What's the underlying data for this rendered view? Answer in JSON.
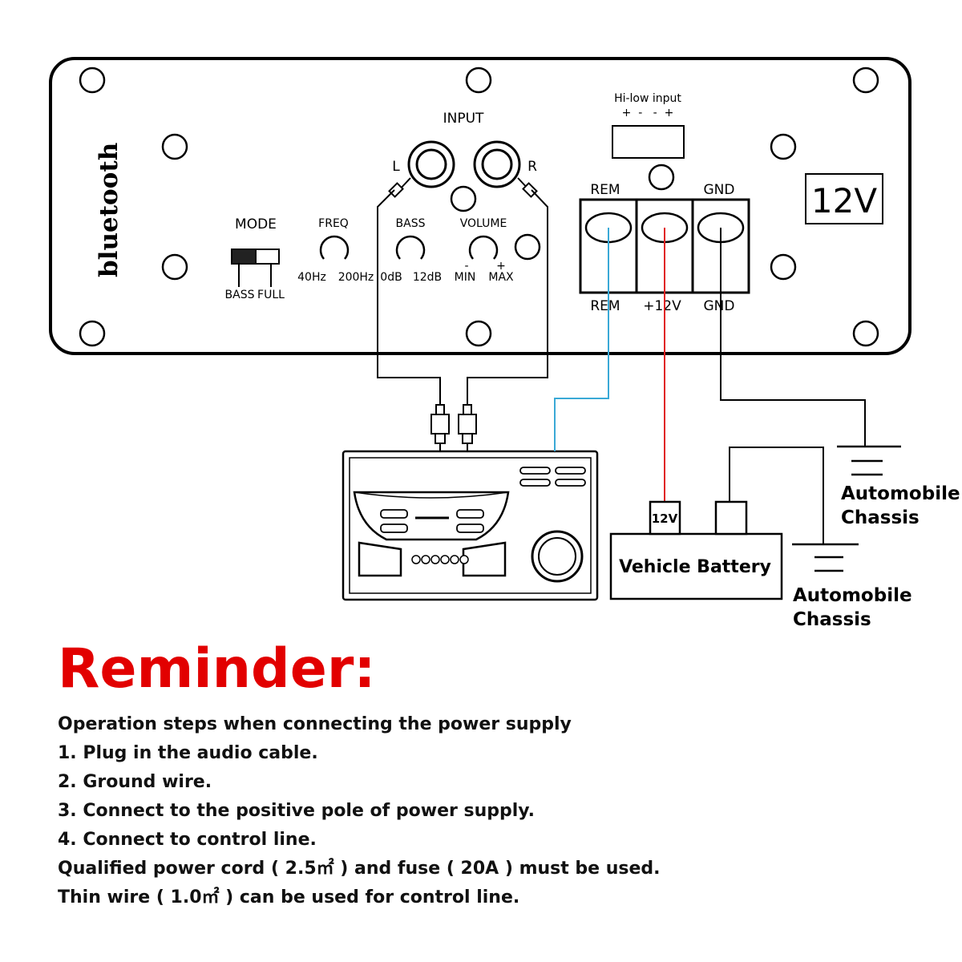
{
  "panel": {
    "brand_text": "bluetooth",
    "mode_label": "MODE",
    "mode_options": [
      "BASS",
      "FULL"
    ],
    "knobs": [
      {
        "name": "FREQ",
        "min": "40Hz",
        "max": "200Hz"
      },
      {
        "name": "BASS",
        "min": "0dB",
        "max": "12dB"
      },
      {
        "name": "VOLUME",
        "min": "MIN",
        "max": "MAX",
        "min_sign": "-",
        "max_sign": "+"
      }
    ],
    "input_label": "INPUT",
    "input_left": "L",
    "input_right": "R",
    "hi_low_label": "Hi-low input",
    "hi_low_polarity": "+  -   -  +",
    "terminals_top": [
      "REM",
      "",
      "GND"
    ],
    "terminals_bottom": [
      "REM",
      "+12V",
      "GND"
    ],
    "voltage_badge": "12V"
  },
  "battery": {
    "label": "Vehicle Battery",
    "positive_terminal": "12V"
  },
  "chassis_labels": [
    {
      "line1": "Automobile",
      "line2": "Chassis"
    },
    {
      "line1": "Automobile",
      "line2": "Chassis"
    }
  ],
  "wire_colors": {
    "rem": "#3aa9d6",
    "power": "#e02020",
    "ground": "#000000"
  },
  "reminder": {
    "title": "Reminder:",
    "title_color": "#e20000",
    "lines": [
      "Operation steps when connecting the power supply",
      "1. Plug in the audio cable.",
      "2. Ground wire.",
      "3. Connect to the positive pole of power supply.",
      "4. Connect to control line.",
      "Qualified power cord ( 2.5㎡ ) and fuse ( 20A ) must be used.",
      "Thin wire ( 1.0㎡ ) can be used for control line."
    ]
  }
}
